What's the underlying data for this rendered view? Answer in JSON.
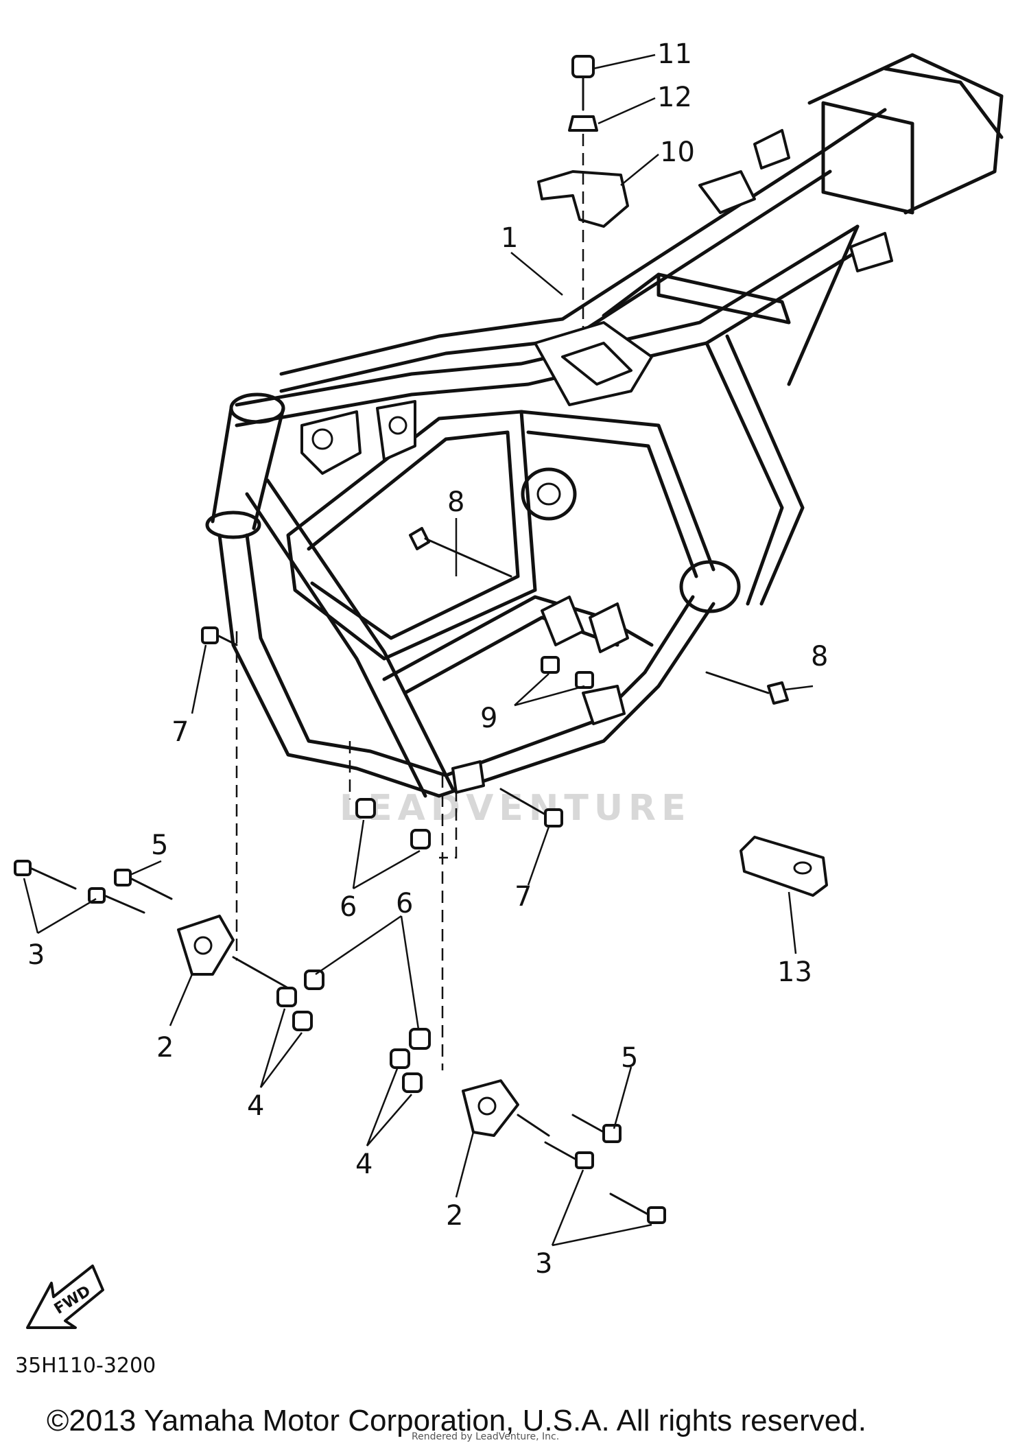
{
  "diagram": {
    "callouts": {
      "c1": "1",
      "c2a": "2",
      "c2b": "2",
      "c3a": "3",
      "c3b": "3",
      "c4a": "4",
      "c4b": "4",
      "c5a": "5",
      "c5b": "5",
      "c6a": "6",
      "c6b": "6",
      "c7a": "7",
      "c7b": "7",
      "c8a": "8",
      "c8b": "8",
      "c9": "9",
      "c10": "10",
      "c11": "11",
      "c12": "12",
      "c13": "13"
    },
    "fwd_label": "FWD",
    "diagram_code": "35H110-3200",
    "watermark": "LEADVENTURE",
    "rendered_by": "Rendered by LeadVenture, Inc.",
    "copyright": "©2013 Yamaha Motor Corporation, U.S.A. All rights reserved."
  }
}
